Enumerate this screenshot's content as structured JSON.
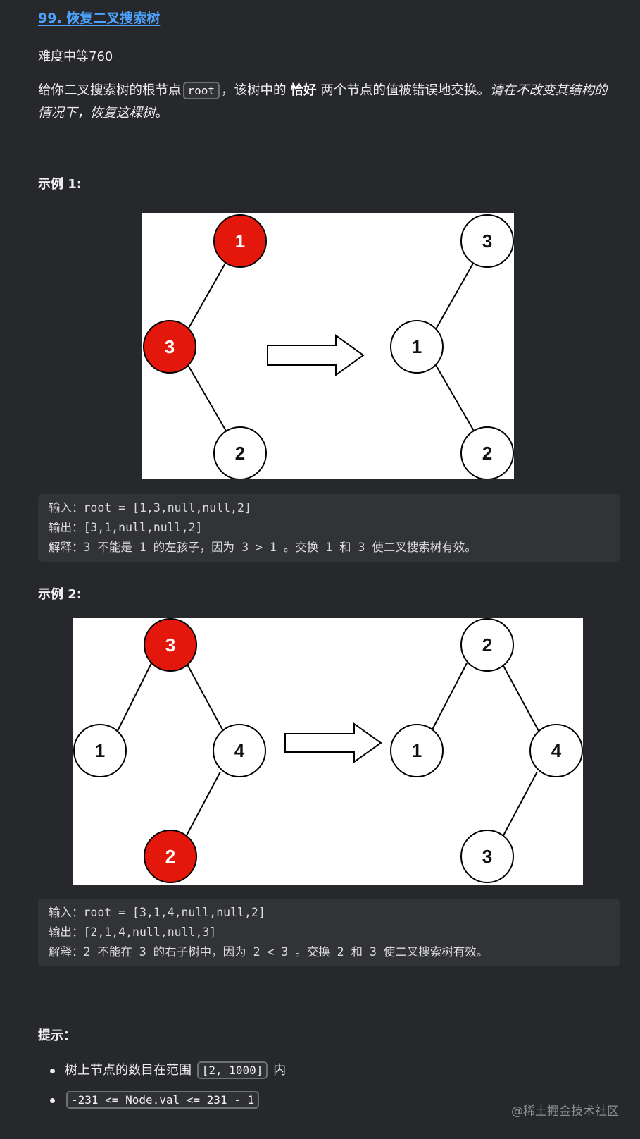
{
  "problem": {
    "title": "99. 恢复二叉搜索树",
    "difficulty": "难度中等760",
    "desc_part1": "给你二叉搜索树的根节点",
    "desc_code": "root",
    "desc_part2": "，该树中的",
    "desc_bold": "恰好",
    "desc_part3": "两个节点的值被错误地交换。",
    "desc_italic": "请在不改变其结构的情况下，恢复这棵树",
    "desc_end": "。"
  },
  "example1": {
    "title": "示例 1:",
    "before_nodes": [
      {
        "label": "1",
        "highlight": true
      },
      {
        "label": "3",
        "highlight": true
      },
      {
        "label": "2",
        "highlight": false
      }
    ],
    "after_nodes": [
      {
        "label": "3",
        "highlight": false
      },
      {
        "label": "1",
        "highlight": false
      },
      {
        "label": "2",
        "highlight": false
      }
    ],
    "input": "输入：root = [1,3,null,null,2]",
    "output": "输出：[3,1,null,null,2]",
    "explain": "解释：3 不能是 1 的左孩子，因为 3 > 1 。交换 1 和 3 使二叉搜索树有效。"
  },
  "example2": {
    "title": "示例 2:",
    "before_nodes": [
      {
        "label": "3",
        "highlight": true
      },
      {
        "label": "1",
        "highlight": false
      },
      {
        "label": "4",
        "highlight": false
      },
      {
        "label": "2",
        "highlight": true
      }
    ],
    "after_nodes": [
      {
        "label": "2",
        "highlight": false
      },
      {
        "label": "1",
        "highlight": false
      },
      {
        "label": "4",
        "highlight": false
      },
      {
        "label": "3",
        "highlight": false
      }
    ],
    "input": "输入：root = [3,1,4,null,null,2]",
    "output": "输出：[2,1,4,null,null,3]",
    "explain": "解释：2 不能在 3 的右子树中，因为 2 < 3 。交换 2 和 3 使二叉搜索树有效。"
  },
  "tips": {
    "title": "提示：",
    "item1_text": "树上节点的数目在范围",
    "item1_code": "[2, 1000]",
    "item1_end": "内",
    "item2_code": "-231 <= Node.val <= 231 - 1"
  },
  "watermark": "@稀土掘金技术社区",
  "colors": {
    "highlight_node": "#e4170d",
    "normal_node": "#ffffff",
    "link": "#4da3ff",
    "background": "#27282b"
  }
}
